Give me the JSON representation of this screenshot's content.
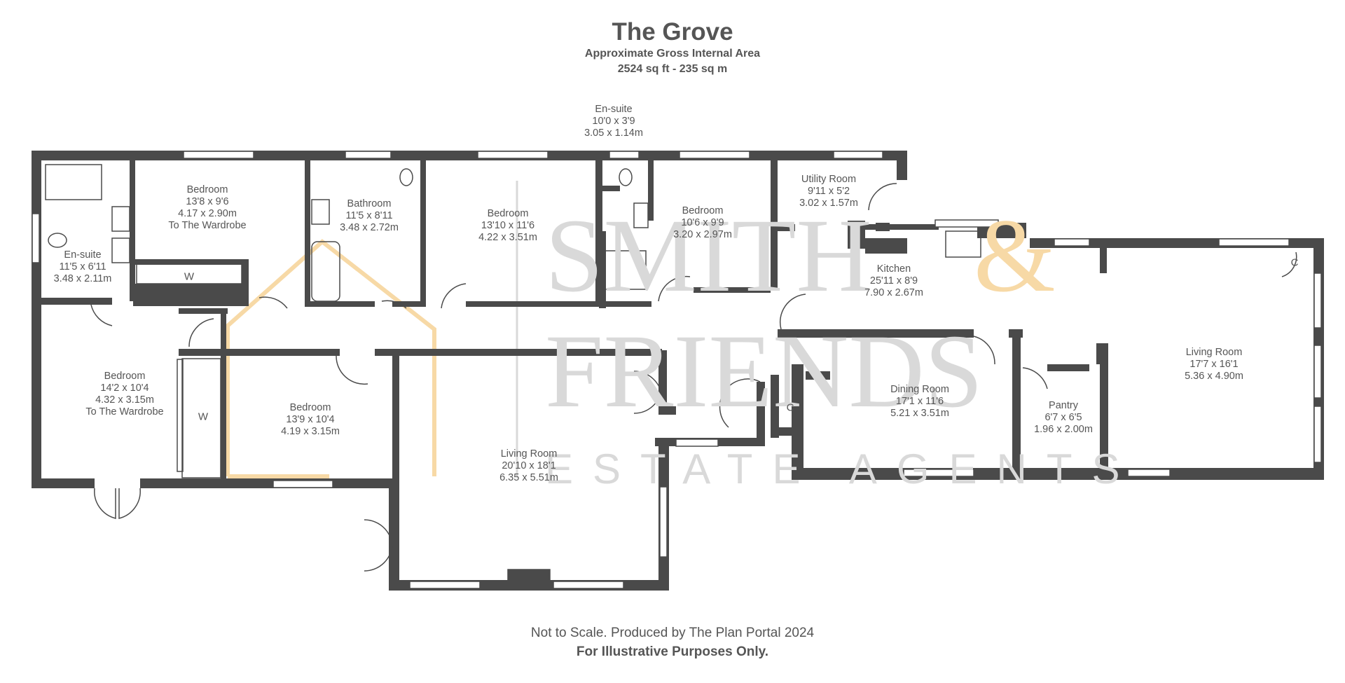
{
  "header": {
    "title": "The Grove",
    "subtitle": "Approximate Gross Internal Area",
    "area": "2524 sq ft - 235 sq m"
  },
  "footer": {
    "line1": "Not to Scale. Produced by The Plan Portal 2024",
    "line2": "For Illustrative Purposes Only."
  },
  "watermark": {
    "line1": "SMITH",
    "ampersand": "&",
    "line2": "FRIENDS",
    "line3": "ESTATE AGENTS"
  },
  "colors": {
    "wall": "#4a4a4a",
    "watermark_grey": "#d9d9d9",
    "watermark_orange": "#f7d9a6"
  },
  "rooms": {
    "ensuite_left": {
      "name": "En-suite",
      "imperial": "11'5 x 6'11",
      "metric": "3.48 x 2.11m"
    },
    "bedroom_1": {
      "name": "Bedroom",
      "imperial": "13'8 x 9'6",
      "metric": "4.17 x 2.90m",
      "note": "To The Wardrobe"
    },
    "bathroom": {
      "name": "Bathroom",
      "imperial": "11'5 x 8'11",
      "metric": "3.48 x 2.72m"
    },
    "bedroom_2": {
      "name": "Bedroom",
      "imperial": "13'10 x 11'6",
      "metric": "4.22 x 3.51m"
    },
    "ensuite_top": {
      "name": "En-suite",
      "imperial": "10'0 x 3'9",
      "metric": "3.05 x 1.14m"
    },
    "bedroom_3": {
      "name": "Bedroom",
      "imperial": "10'6 x 9'9",
      "metric": "3.20 x 2.97m"
    },
    "utility": {
      "name": "Utility Room",
      "imperial": "9'11 x 5'2",
      "metric": "3.02 x 1.57m"
    },
    "kitchen": {
      "name": "Kitchen",
      "imperial": "25'11 x 8'9",
      "metric": "7.90 x 2.67m"
    },
    "bedroom_4": {
      "name": "Bedroom",
      "imperial": "14'2 x 10'4",
      "metric": "4.32 x 3.15m",
      "note": "To The Wardrobe"
    },
    "bedroom_5": {
      "name": "Bedroom",
      "imperial": "13'9 x 10'4",
      "metric": "4.19 x 3.15m"
    },
    "living_main": {
      "name": "Living Room",
      "imperial": "20'10 x 18'1",
      "metric": "6.35 x 5.51m"
    },
    "dining": {
      "name": "Dining Room",
      "imperial": "17'1 x 11'6",
      "metric": "5.21 x 3.51m"
    },
    "pantry": {
      "name": "Pantry",
      "imperial": "6'7 x 6'5",
      "metric": "1.96 x 2.00m"
    },
    "living_right": {
      "name": "Living Room",
      "imperial": "17'7 x 16'1",
      "metric": "5.36 x 4.90m"
    }
  },
  "markers": {
    "wardrobe_1": "W",
    "wardrobe_2": "W",
    "cupboard_1": "C",
    "cupboard_2": "C"
  }
}
